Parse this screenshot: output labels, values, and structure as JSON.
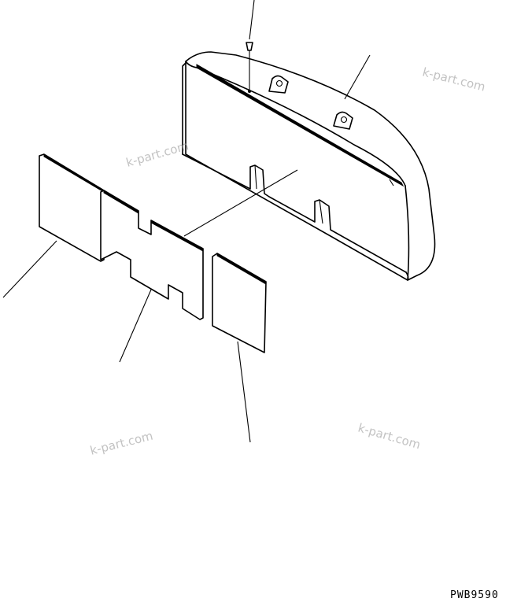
{
  "diagram": {
    "code": "PWB9590",
    "watermarks": [
      "k-part.com",
      "k-part.com",
      "k-part.com",
      "k-part.com"
    ]
  }
}
